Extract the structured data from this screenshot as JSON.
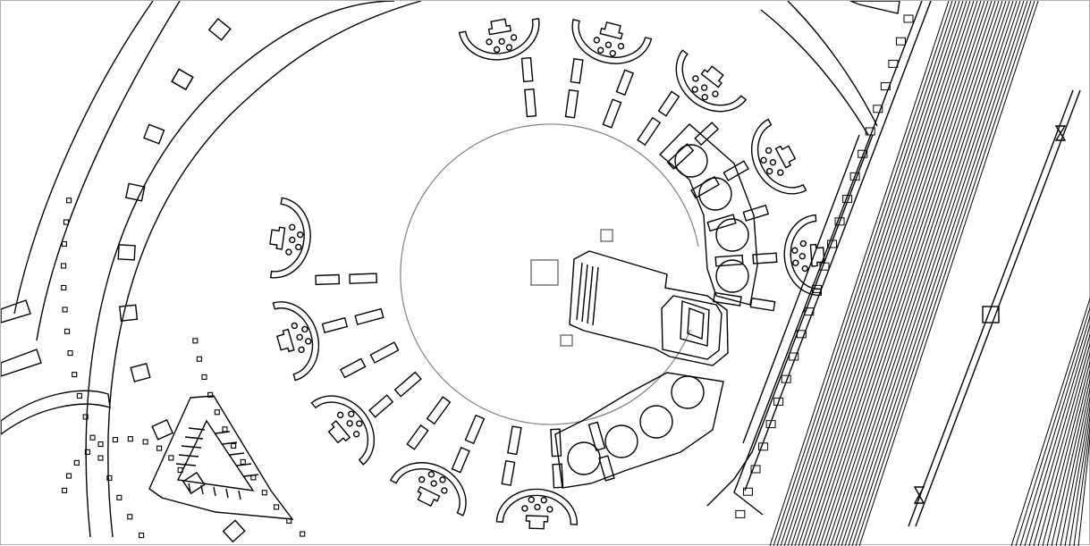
{
  "map": {
    "style": "architectural line drawing, black on white",
    "colors": {
      "line": "#000000",
      "plaza": "#808080",
      "background": "#ffffff"
    },
    "features": [
      "central-circular-plaza",
      "radial-rings-of-building-blocks",
      "scalloped-courtyard-buildings",
      "triangular-stair-building",
      "diagonal-rail-corridor",
      "domed-hall-complex"
    ]
  }
}
